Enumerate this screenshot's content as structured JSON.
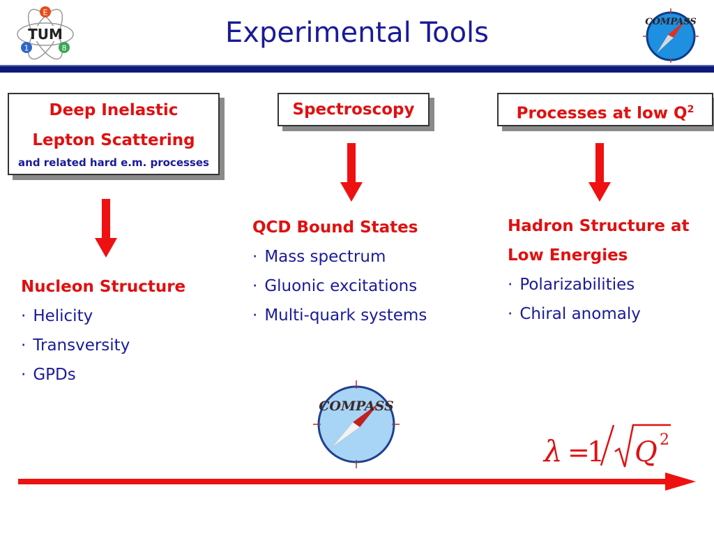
{
  "title": "Experimental Tools",
  "logos": {
    "tum_letters": "TUM",
    "tum_numbers": [
      "E",
      "1",
      "8"
    ],
    "compass_text": "COMPASS"
  },
  "columns": [
    {
      "box_lines": [
        "Deep Inelastic",
        "Lepton Scattering"
      ],
      "box_sub": "and related hard e.m. processes",
      "heading": [
        "Nucleon Structure"
      ],
      "items": [
        "Helicity",
        "Transversity",
        "GPDs"
      ]
    },
    {
      "box_lines": [
        "Spectroscopy"
      ],
      "heading": [
        "QCD Bound States"
      ],
      "items": [
        "Mass spectrum",
        "Gluonic excitations",
        "Multi-quark systems"
      ]
    },
    {
      "box_lines": [
        "Processes at low Q"
      ],
      "box_sup": "2",
      "heading": [
        "Hadron Structure at",
        "Low Energies"
      ],
      "items": [
        "Polarizabilities",
        "Chiral anomaly"
      ]
    }
  ],
  "bullet": "·",
  "formula": {
    "lambda": "λ",
    "equals": "=",
    "one": "1",
    "q": "Q",
    "exp": "2"
  },
  "colors": {
    "title": "#1a1a99",
    "accent_red": "#e01010",
    "bar_navy": "#0e1a78"
  }
}
